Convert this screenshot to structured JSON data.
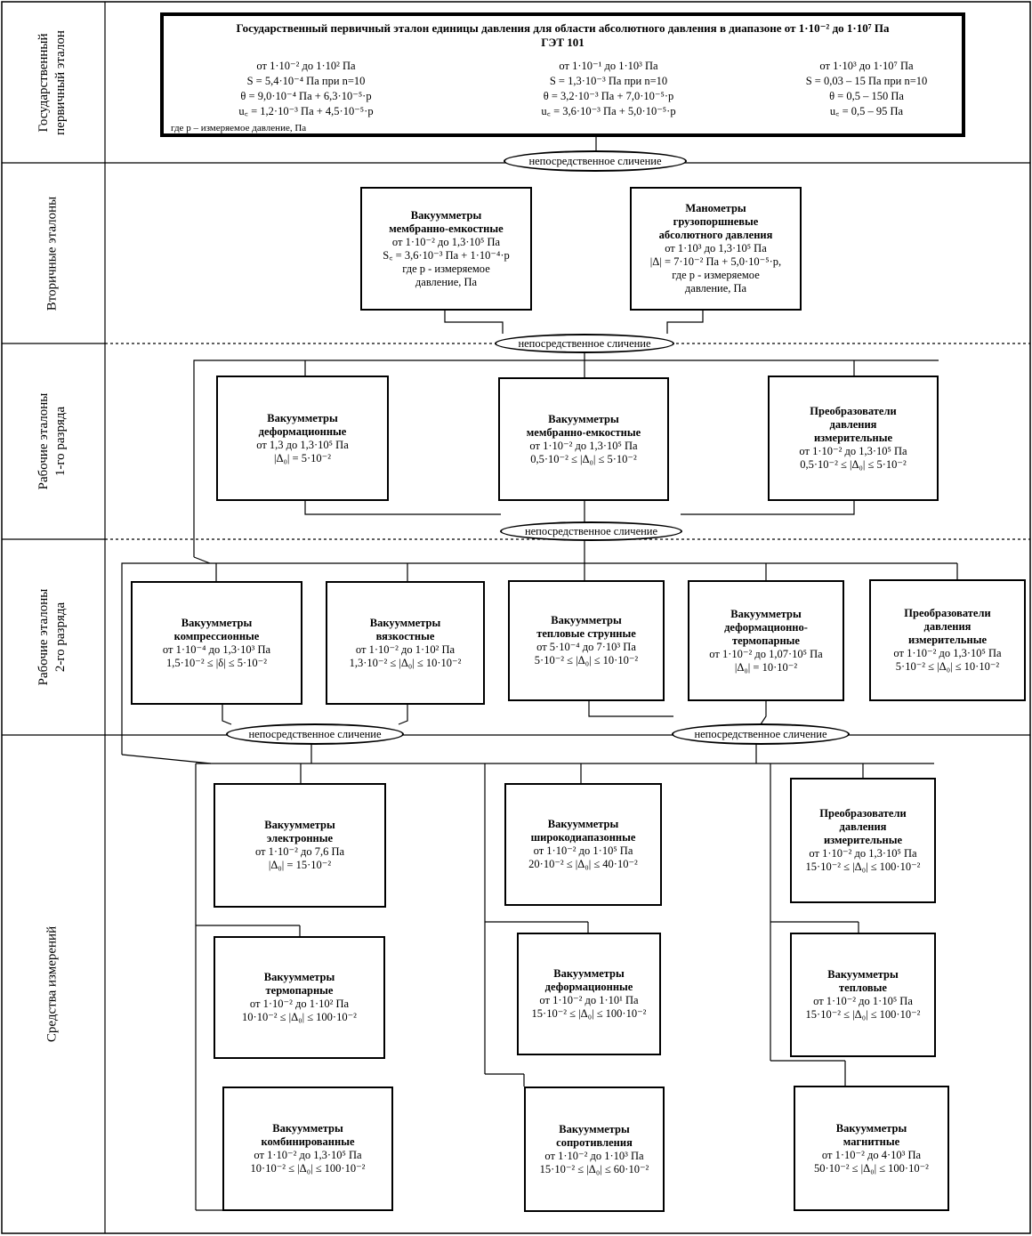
{
  "levels": {
    "primary": [
      "Государственный",
      "первичный эталон"
    ],
    "secondary": [
      "Вторичные эталоны"
    ],
    "working1": [
      "Рабочие эталоны",
      "1-го разряда"
    ],
    "working2": [
      "Рабочие эталоны",
      "2-го разряда"
    ],
    "instruments": [
      "Средства измерений"
    ]
  },
  "primary": {
    "title1": "Государственный первичный эталон единицы давления для области абсолютного давления в диапазоне от 1·10⁻² до 1·10⁷ Па",
    "title2": "ГЭТ 101",
    "col1": [
      "от 1·10⁻² до 1·10² Па",
      "S = 5,4·10⁻⁴ Па при n=10",
      "θ = 9,0·10⁻⁴ Па + 6,3·10⁻⁵·p",
      "u꜀ = 1,2·10⁻³ Па + 4,5·10⁻⁵·p"
    ],
    "col2": [
      "от 1·10⁻¹ до 1·10³ Па",
      "S = 1,3·10⁻³ Па при n=10",
      "θ = 3,2·10⁻³ Па + 7,0·10⁻⁵·p",
      "u꜀ = 3,6·10⁻³ Па + 5,0·10⁻⁵·p"
    ],
    "col3": [
      "от 1·10³ до 1·10⁷ Па",
      "S = 0,03 – 15 Па при n=10",
      "θ = 0,5 – 150 Па",
      "u꜀ = 0,5 – 95 Па"
    ],
    "note": "где p – измеряемое давление, Па"
  },
  "comparison": "непосредственное сличение",
  "secondary": {
    "b1": {
      "title": [
        "Вакуумметры",
        "мембранно-емкостные"
      ],
      "lines": [
        "от 1·10⁻² до 1,3·10⁵ Па",
        "S꜀ = 3,6·10⁻³ Па + 1·10⁻⁴·p",
        "где p - измеряемое",
        "давление, Па"
      ]
    },
    "b2": {
      "title": [
        "Манометры",
        "грузопоршневые",
        "абсолютного давления"
      ],
      "lines": [
        "от 1·10³ до 1,3·10⁵ Па",
        "|Δ| = 7·10⁻² Па + 5,0·10⁻⁵·p,",
        "где p - измеряемое",
        "давление, Па"
      ]
    }
  },
  "working1": {
    "b1": {
      "title": [
        "Вакуумметры",
        "деформационные"
      ],
      "lines": [
        "от 1,3 до 1,3·10⁵ Па",
        "|Δ₀| = 5·10⁻²"
      ]
    },
    "b2": {
      "title": [
        "Вакуумметры",
        "мембранно-емкостные"
      ],
      "lines": [
        "от 1·10⁻² до 1,3·10⁵ Па",
        "0,5·10⁻² ≤ |Δ₀| ≤ 5·10⁻²"
      ]
    },
    "b3": {
      "title": [
        "Преобразователи",
        "давления",
        "измерительные"
      ],
      "lines": [
        "от 1·10⁻² до 1,3·10⁵ Па",
        "0,5·10⁻² ≤ |Δ₀| ≤ 5·10⁻²"
      ]
    }
  },
  "working2": {
    "b1": {
      "title": [
        "Вакуумметры",
        "компрессионные"
      ],
      "lines": [
        "от 1·10⁻⁴ до 1,3·10³ Па",
        "1,5·10⁻² ≤ |δ| ≤ 5·10⁻²"
      ]
    },
    "b2": {
      "title": [
        "Вакуумметры",
        "вязкостные"
      ],
      "lines": [
        "от 1·10⁻² до 1·10² Па",
        "1,3·10⁻² ≤ |Δ₀| ≤ 10·10⁻²"
      ]
    },
    "b3": {
      "title": [
        "Вакуумметры",
        "тепловые струнные"
      ],
      "lines": [
        "от 5·10⁻⁴ до 7·10³ Па",
        "5·10⁻² ≤ |Δ₀| ≤ 10·10⁻²"
      ]
    },
    "b4": {
      "title": [
        "Вакуумметры",
        "деформационно-",
        "термопарные"
      ],
      "lines": [
        "от 1·10⁻² до 1,07·10⁵ Па",
        "|Δ₀| = 10·10⁻²"
      ]
    },
    "b5": {
      "title": [
        "Преобразователи",
        "давления",
        "измерительные"
      ],
      "lines": [
        "от 1·10⁻² до 1,3·10⁵ Па",
        "5·10⁻² ≤ |Δ₀| ≤ 10·10⁻²"
      ]
    }
  },
  "instruments": {
    "r1c1": {
      "title": [
        "Вакуумметры",
        "электронные"
      ],
      "lines": [
        "от 1·10⁻² до 7,6 Па",
        "|Δ₀| = 15·10⁻²"
      ]
    },
    "r1c2": {
      "title": [
        "Вакуумметры",
        "широкодиапазонные"
      ],
      "lines": [
        "от 1·10⁻² до 1·10⁵ Па",
        "20·10⁻² ≤ |Δ₀| ≤ 40·10⁻²"
      ]
    },
    "r1c3": {
      "title": [
        "Преобразователи",
        "давления",
        "измерительные"
      ],
      "lines": [
        "от 1·10⁻² до 1,3·10⁵ Па",
        "15·10⁻² ≤ |Δ₀| ≤ 100·10⁻²"
      ]
    },
    "r2c1": {
      "title": [
        "Вакуумметры",
        "термопарные"
      ],
      "lines": [
        "от 1·10⁻² до 1·10² Па",
        "10·10⁻² ≤ |Δ₀| ≤ 100·10⁻²"
      ]
    },
    "r2c2": {
      "title": [
        "Вакуумметры",
        "деформационные"
      ],
      "lines": [
        "от 1·10⁻² до 1·10¹ Па",
        "15·10⁻² ≤ |Δ₀| ≤ 100·10⁻²"
      ]
    },
    "r2c3": {
      "title": [
        "Вакуумметры",
        "тепловые"
      ],
      "lines": [
        "от 1·10⁻² до 1·10⁵ Па",
        "15·10⁻² ≤ |Δ₀| ≤ 100·10⁻²"
      ]
    },
    "r3c1": {
      "title": [
        "Вакуумметры",
        "комбинированные"
      ],
      "lines": [
        "от 1·10⁻² до 1,3·10⁵ Па",
        "10·10⁻² ≤ |Δ₀| ≤ 100·10⁻²"
      ]
    },
    "r3c2": {
      "title": [
        "Вакуумметры",
        "сопротивления"
      ],
      "lines": [
        "от 1·10⁻² до 1·10³ Па",
        "15·10⁻² ≤ |Δ₀| ≤ 60·10⁻²"
      ]
    },
    "r3c3": {
      "title": [
        "Вакуумметры",
        "магнитные"
      ],
      "lines": [
        "от 1·10⁻² до 4·10³ Па",
        "50·10⁻² ≤ |Δ₀| ≤ 100·10⁻²"
      ]
    }
  }
}
